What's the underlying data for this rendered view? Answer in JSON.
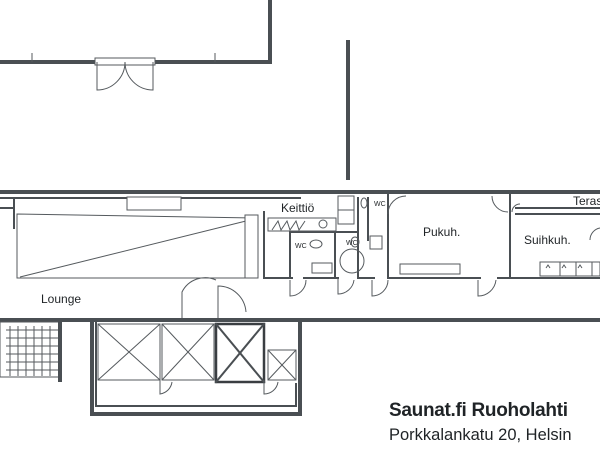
{
  "rooms": {
    "lounge": "Lounge",
    "kitchen": "Keittiö",
    "dressing": "Pukuh.",
    "shower": "Suihkuh.",
    "terrace": "Teras",
    "wc_1": "WC",
    "wc_2": "WC",
    "wc_3": "WC"
  },
  "info": {
    "title": "Saunat.fi Ruoholahti",
    "address": "Porkkalankatu 20, Helsin"
  },
  "colors": {
    "wall": "#4a4f53",
    "background": "#ffffff",
    "text": "#1f2326"
  }
}
